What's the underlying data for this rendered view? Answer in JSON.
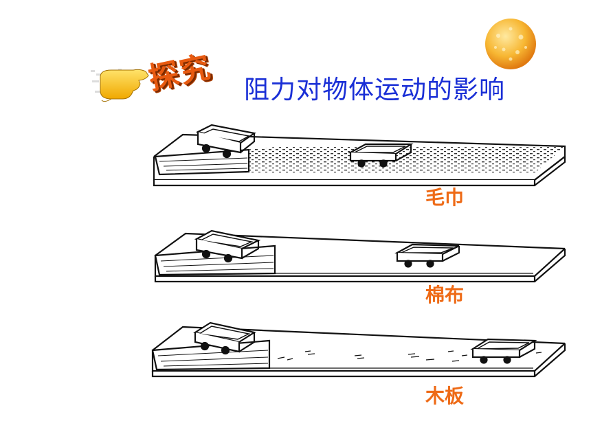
{
  "header": {
    "badge_text": "探究",
    "title": "阻力对物体运动的影响"
  },
  "surfaces": [
    {
      "label": "毛巾",
      "texture": "towel"
    },
    {
      "label": "棉布",
      "texture": "cotton"
    },
    {
      "label": "木板",
      "texture": "wood"
    }
  ],
  "colors": {
    "title": "#1a2fd6",
    "label": "#ee6a16",
    "badge": "#e85a10",
    "sun": "#f5a623"
  },
  "icons": [
    "pointing-hand-icon",
    "sun-icon"
  ]
}
